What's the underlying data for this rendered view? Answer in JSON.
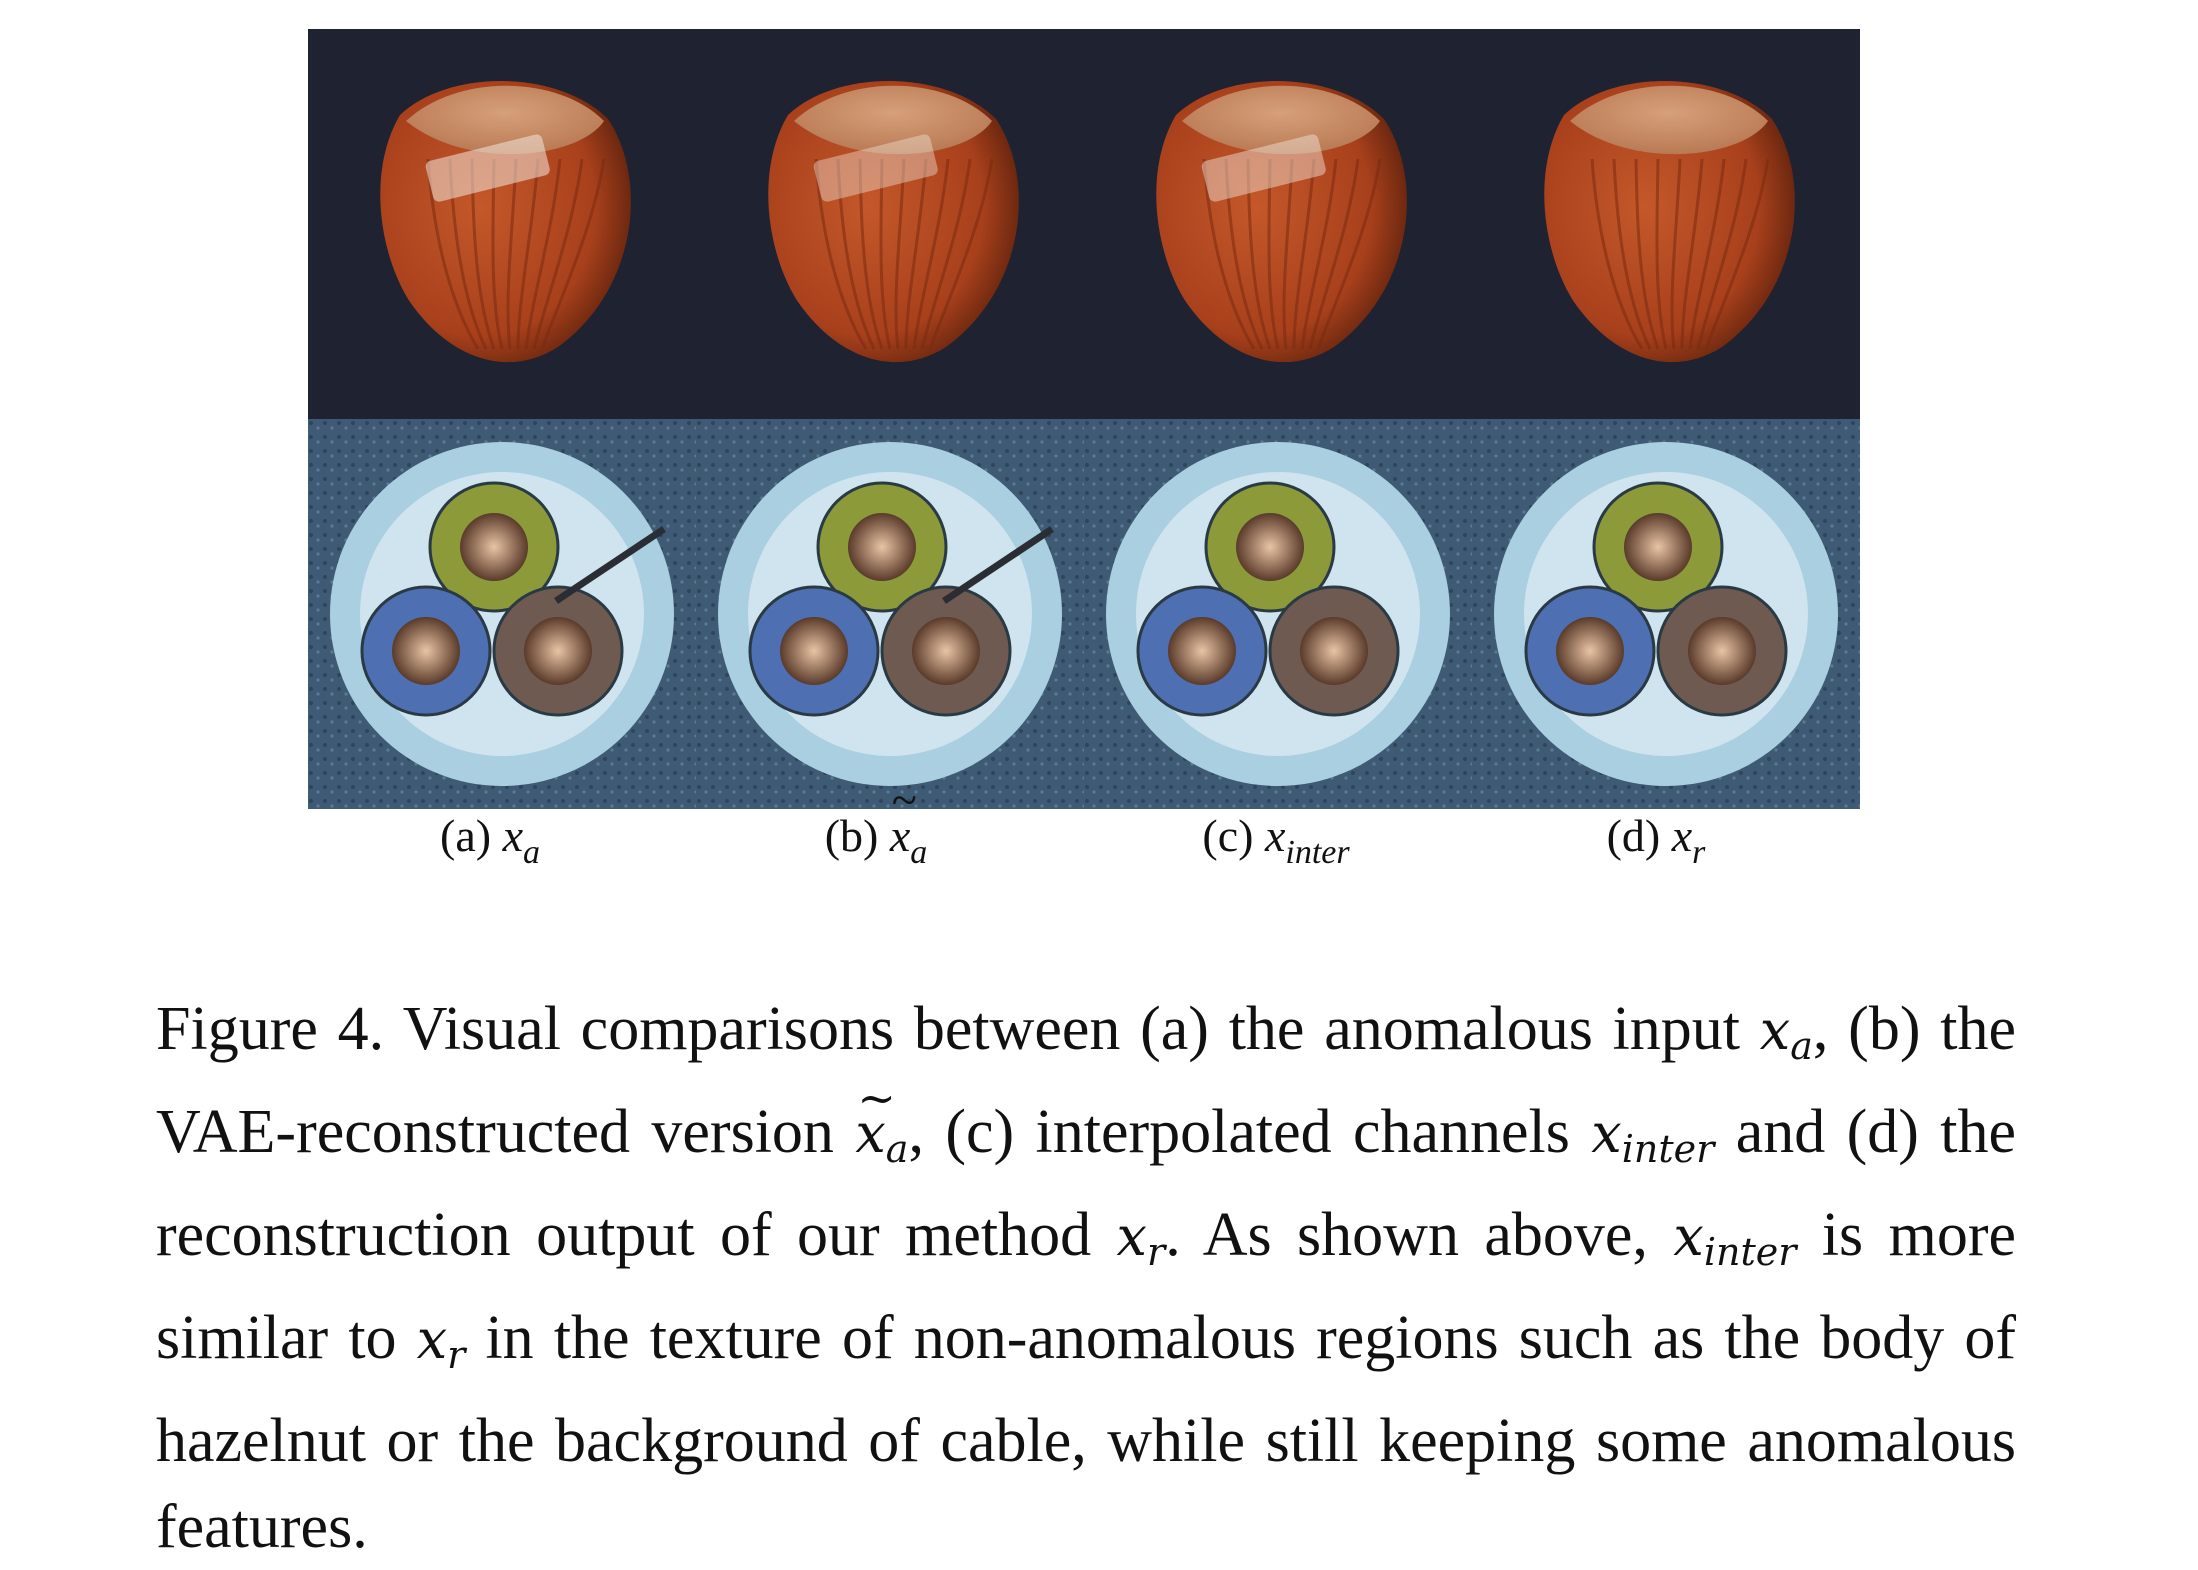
{
  "panels": [
    {
      "letter": "(a)",
      "symbol": "x",
      "sub": "a",
      "tilde": false
    },
    {
      "letter": "(b)",
      "symbol": "x",
      "sub": "a",
      "tilde": true
    },
    {
      "letter": "(c)",
      "symbol": "x",
      "sub": "inter",
      "tilde": false
    },
    {
      "letter": "(d)",
      "symbol": "x",
      "sub": "r",
      "tilde": false
    }
  ],
  "caption": {
    "s1": "Figure 4. Visual comparisons between (a) the anomalous input ",
    "s2": ", (b) the VAE-reconstructed version ",
    "s3": ", (c) interpolated channels ",
    "s4": " and (d) the reconstruction output of our method ",
    "s5": ". As shown above, ",
    "s6": " is more similar to ",
    "s7": " in the texture of non-anomalous regions such as the body of hazelnut or the background of cable, while still keeping some anomalous features.",
    "x": "x",
    "a": "a",
    "inter": "inter",
    "r": "r"
  },
  "colors": {
    "hazelnut_bg": "#1f2230",
    "hazelnut_shell": "#a8401c",
    "hazelnut_cap": "#b97a54",
    "cable_bg": "#3e5a74",
    "cable_sheath": "#a9cfe0",
    "wire_green": "#8c9a3a",
    "wire_blue": "#4e6fb2",
    "wire_brown": "#6e5a50",
    "copper": "#b98a6a"
  }
}
